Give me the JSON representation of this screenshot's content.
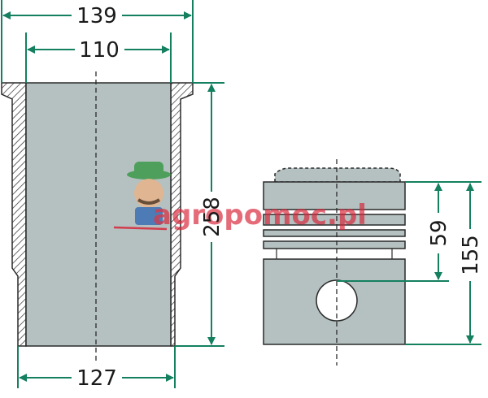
{
  "colors": {
    "body_fill": "#b4c1c0",
    "outline": "#2a2a2a",
    "dimension": "#14805f",
    "text": "#1a1a1a",
    "watermark": "#d8263a",
    "watermark_green": "#3c9a4a"
  },
  "dimensions": {
    "liner_outer_top": "139",
    "liner_bore": "110",
    "liner_length": "258",
    "liner_outer_bottom": "127",
    "piston_compression_height": "59",
    "piston_height": "155"
  },
  "watermark": {
    "brand": "agropomoc.pl"
  }
}
